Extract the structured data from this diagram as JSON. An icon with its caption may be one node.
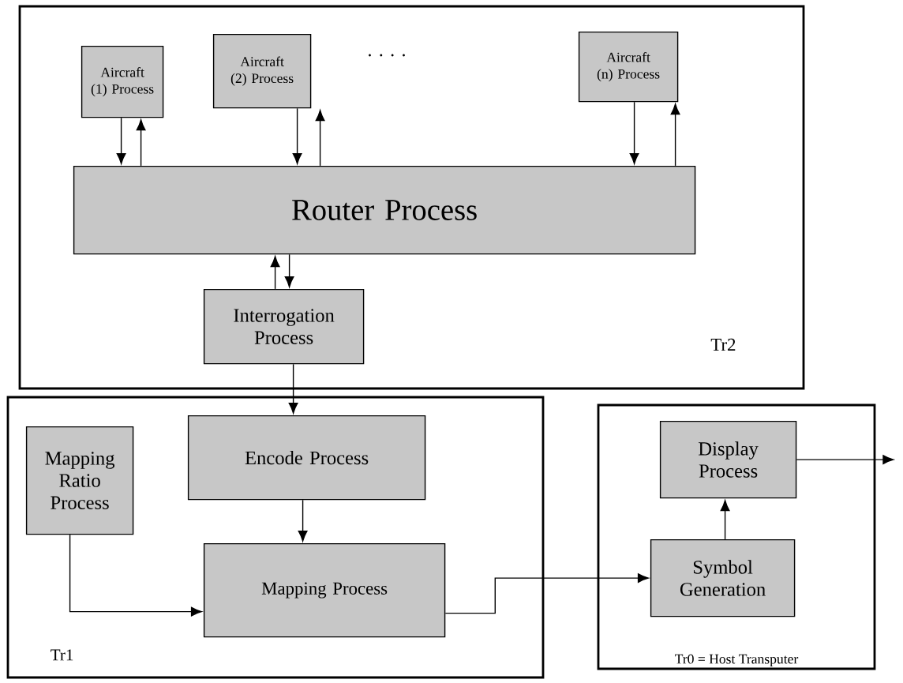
{
  "diagram": {
    "nodes": [
      {
        "text": [
          "Tr2"
        ]
      },
      {
        "text": [
          "Aircraft (1) Process"
        ],
        "in": 0
      },
      {
        "text": [
          "Aircraft (2) Process"
        ],
        "in": 0
      },
      {
        "text": [
          "Aircraft (n) Process"
        ],
        "in": 0
      },
      {
        "text": [
          "Router Process"
        ],
        "in": 0
      },
      {
        "text": [
          "Interrogation Process"
        ],
        "in": 0
      },
      {
        "text": [
          "Tr1"
        ]
      },
      {
        "text": [
          "Mapping Ratio Process"
        ],
        "in": 6
      },
      {
        "text": [
          "Encode  Process"
        ],
        "in": 6
      },
      {
        "text": [
          "Mapping  Process"
        ],
        "in": 6
      },
      {
        "text": [
          "Tr0 = Host Transputer"
        ]
      },
      {
        "text": [
          "Display Process"
        ],
        "in": 10
      },
      {
        "text": [
          "Symbol Generation"
        ],
        "in": 10
      }
    ],
    "edges": [
      {
        "from": 1,
        "to": 4,
        "arrow": "to"
      },
      {
        "from": 4,
        "to": 1,
        "arrow": "to"
      },
      {
        "from": 2,
        "to": 4,
        "arrow": "to"
      },
      {
        "from": 4,
        "to": 2,
        "arrow": "to"
      },
      {
        "from": 3,
        "to": 4,
        "arrow": "to"
      },
      {
        "from": 4,
        "to": 3,
        "arrow": "to"
      },
      {
        "from": 5,
        "to": 4,
        "arrow": "to"
      },
      {
        "from": 4,
        "to": 5,
        "arrow": "to"
      },
      {
        "from": 5,
        "to": 8,
        "arrow": "to"
      },
      {
        "from": 8,
        "to": 9,
        "arrow": "to"
      },
      {
        "from": 7,
        "to": 9,
        "arrow": "to"
      },
      {
        "from": 9,
        "to": 12,
        "arrow": "to"
      },
      {
        "from": 12,
        "to": 11,
        "arrow": "to"
      },
      {
        "from": 11,
        "to": null,
        "arrow": "to"
      }
    ],
    "labels": [
      ". . . ."
    ]
  }
}
